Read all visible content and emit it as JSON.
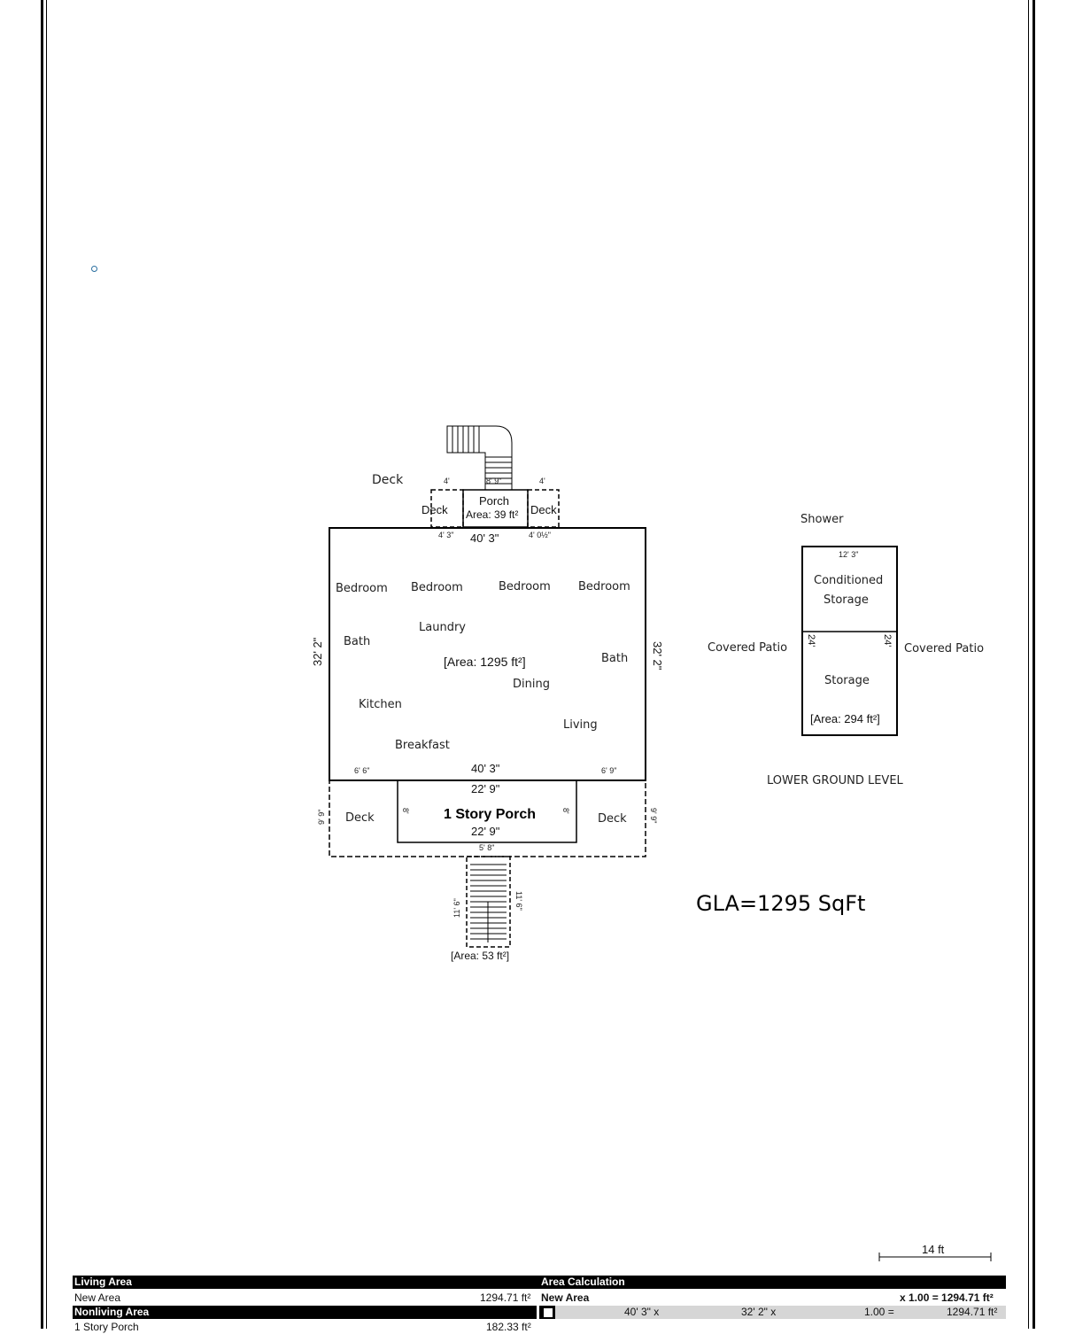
{
  "labels": {
    "deck_top": "Deck",
    "deck_left_small": "Deck",
    "deck_right_small": "Deck",
    "porch_top": "Porch",
    "porch_top_area": "Area: 39 ft²",
    "bedroom_1": "Bedroom",
    "bedroom_2": "Bedroom",
    "bedroom_3": "Bedroom",
    "bedroom_4": "Bedroom",
    "laundry": "Laundry",
    "bath_left": "Bath",
    "bath_right": "Bath",
    "main_area": "[Area: 1295 ft²]",
    "dining": "Dining",
    "kitchen": "Kitchen",
    "living": "Living",
    "breakfast": "Breakfast",
    "deck_bottom_left": "Deck",
    "deck_bottom_right": "Deck",
    "story_porch": "1 Story Porch",
    "stair_area": "[Area: 53 ft²]",
    "shower": "Shower",
    "conditioned": "Conditioned",
    "storage_upper": "Storage",
    "covered_patio_left": "Covered Patio",
    "covered_patio_right": "Covered Patio",
    "storage": "Storage",
    "storage_area": "[Area: 294 ft²]",
    "lower_ground": "LOWER GROUND LEVEL",
    "gla": "GLA=1295 SqFt",
    "scale": "14 ft"
  },
  "dimensions": {
    "top_width": "40' 3\"",
    "bottom_width": "40' 3\"",
    "left_height": "32' 2\"",
    "right_height": "32' 2\"",
    "porch_width_top": "22' 9\"",
    "porch_width_bottom": "22' 9\"",
    "porch_side": "8'",
    "deck_left_w": "6' 6\"",
    "deck_right_w": "6' 9\"",
    "deck_depth": "9' 9\"",
    "small_deck_w": "4'",
    "small_deck_side": "4' 3\"",
    "small_deck_side_r": "4' 0½\"",
    "porch_top_w": "8' 9\"",
    "stair_w": "5' 8\"",
    "stair_len": "11' 6\"",
    "lower_w": "12' 3\"",
    "lower_h": "24'"
  },
  "table": {
    "living_area_header": "Living Area",
    "area_calc_header": "Area Calculation",
    "new_area_label": "New Area",
    "new_area_value": "1294.71 ft²",
    "calc_new_area": "New Area",
    "calc_multiplier": "x 1.00 = 1294.71 ft²",
    "nonliving_header": "Nonliving Area",
    "calc_dim_1": "40' 3\" x",
    "calc_dim_2": "32' 2\" x",
    "calc_factor": "1.00 =",
    "calc_result": "1294.71 ft²",
    "porch_label": "1 Story Porch",
    "porch_value": "182.33 ft²"
  }
}
